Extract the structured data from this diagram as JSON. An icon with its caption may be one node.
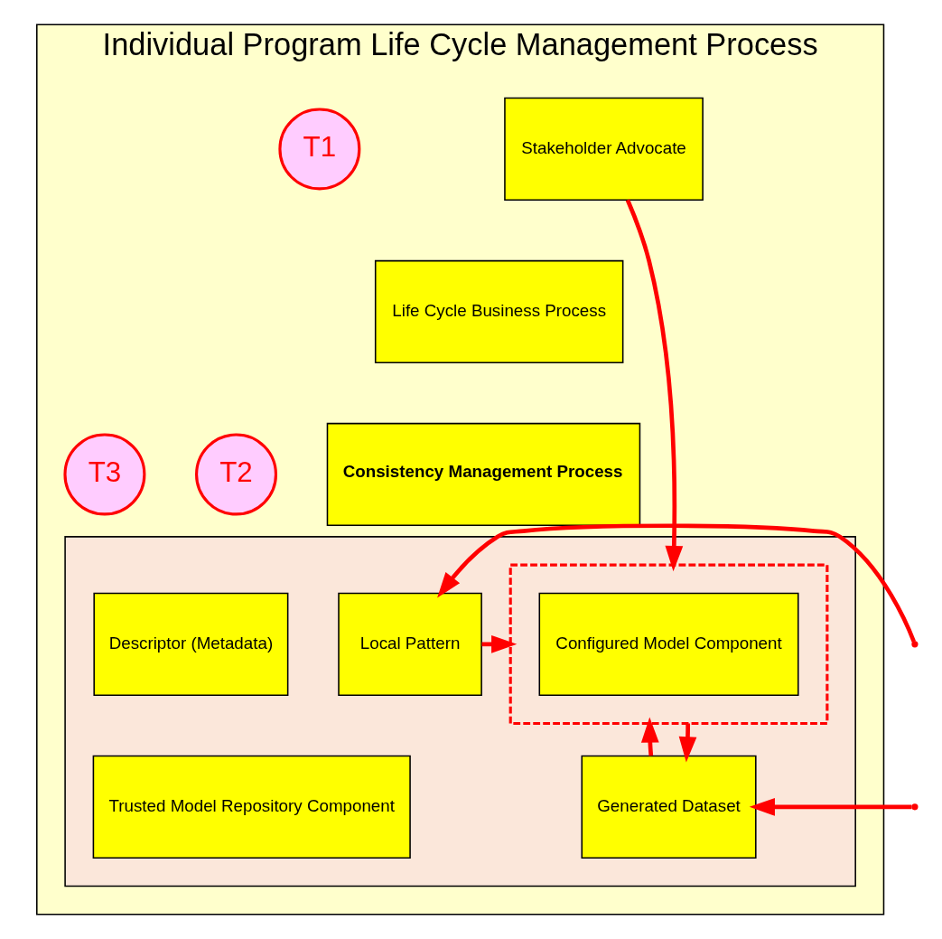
{
  "diagram": {
    "nodes": [
      {
        "text": [
          "Individual Program Life Cycle Management Process"
        ]
      },
      {
        "text": [
          "Stakeholder Advocate"
        ],
        "in": 0
      },
      {
        "text": [
          "T1"
        ],
        "in": 0
      },
      {
        "text": [
          "Life Cycle Business Process"
        ],
        "in": 0
      },
      {
        "text": [
          "Consistency Management Process"
        ],
        "in": 0
      },
      {
        "text": [
          "T2"
        ],
        "in": 0
      },
      {
        "text": [
          "T3"
        ],
        "in": 0
      },
      {
        "text": [],
        "shape": "box",
        "in": 0
      },
      {
        "text": [
          "Local Pattern"
        ],
        "in": 7
      },
      {
        "text": [
          "Descriptor (Metadata)"
        ],
        "in": 7
      },
      {
        "text": [],
        "shape": "box",
        "in": 7
      },
      {
        "text": [
          "Configured Model Component"
        ],
        "in": 10
      },
      {
        "text": [
          "Generated Dataset"
        ],
        "in": 7
      },
      {
        "text": [
          "Trusted Model Repository Component"
        ],
        "in": 7
      }
    ],
    "edges": [
      {
        "from": 1,
        "to": 10,
        "arrow": "to"
      },
      {
        "from": 8,
        "to": 10,
        "arrow": "to"
      },
      {
        "from": 12,
        "to": 10,
        "arrow": "to"
      },
      {
        "from": 10,
        "to": 12,
        "arrow": "to"
      },
      {
        "from": null,
        "to": 8,
        "arrow": "to"
      },
      {
        "from": null,
        "to": 12,
        "arrow": "to"
      }
    ]
  }
}
